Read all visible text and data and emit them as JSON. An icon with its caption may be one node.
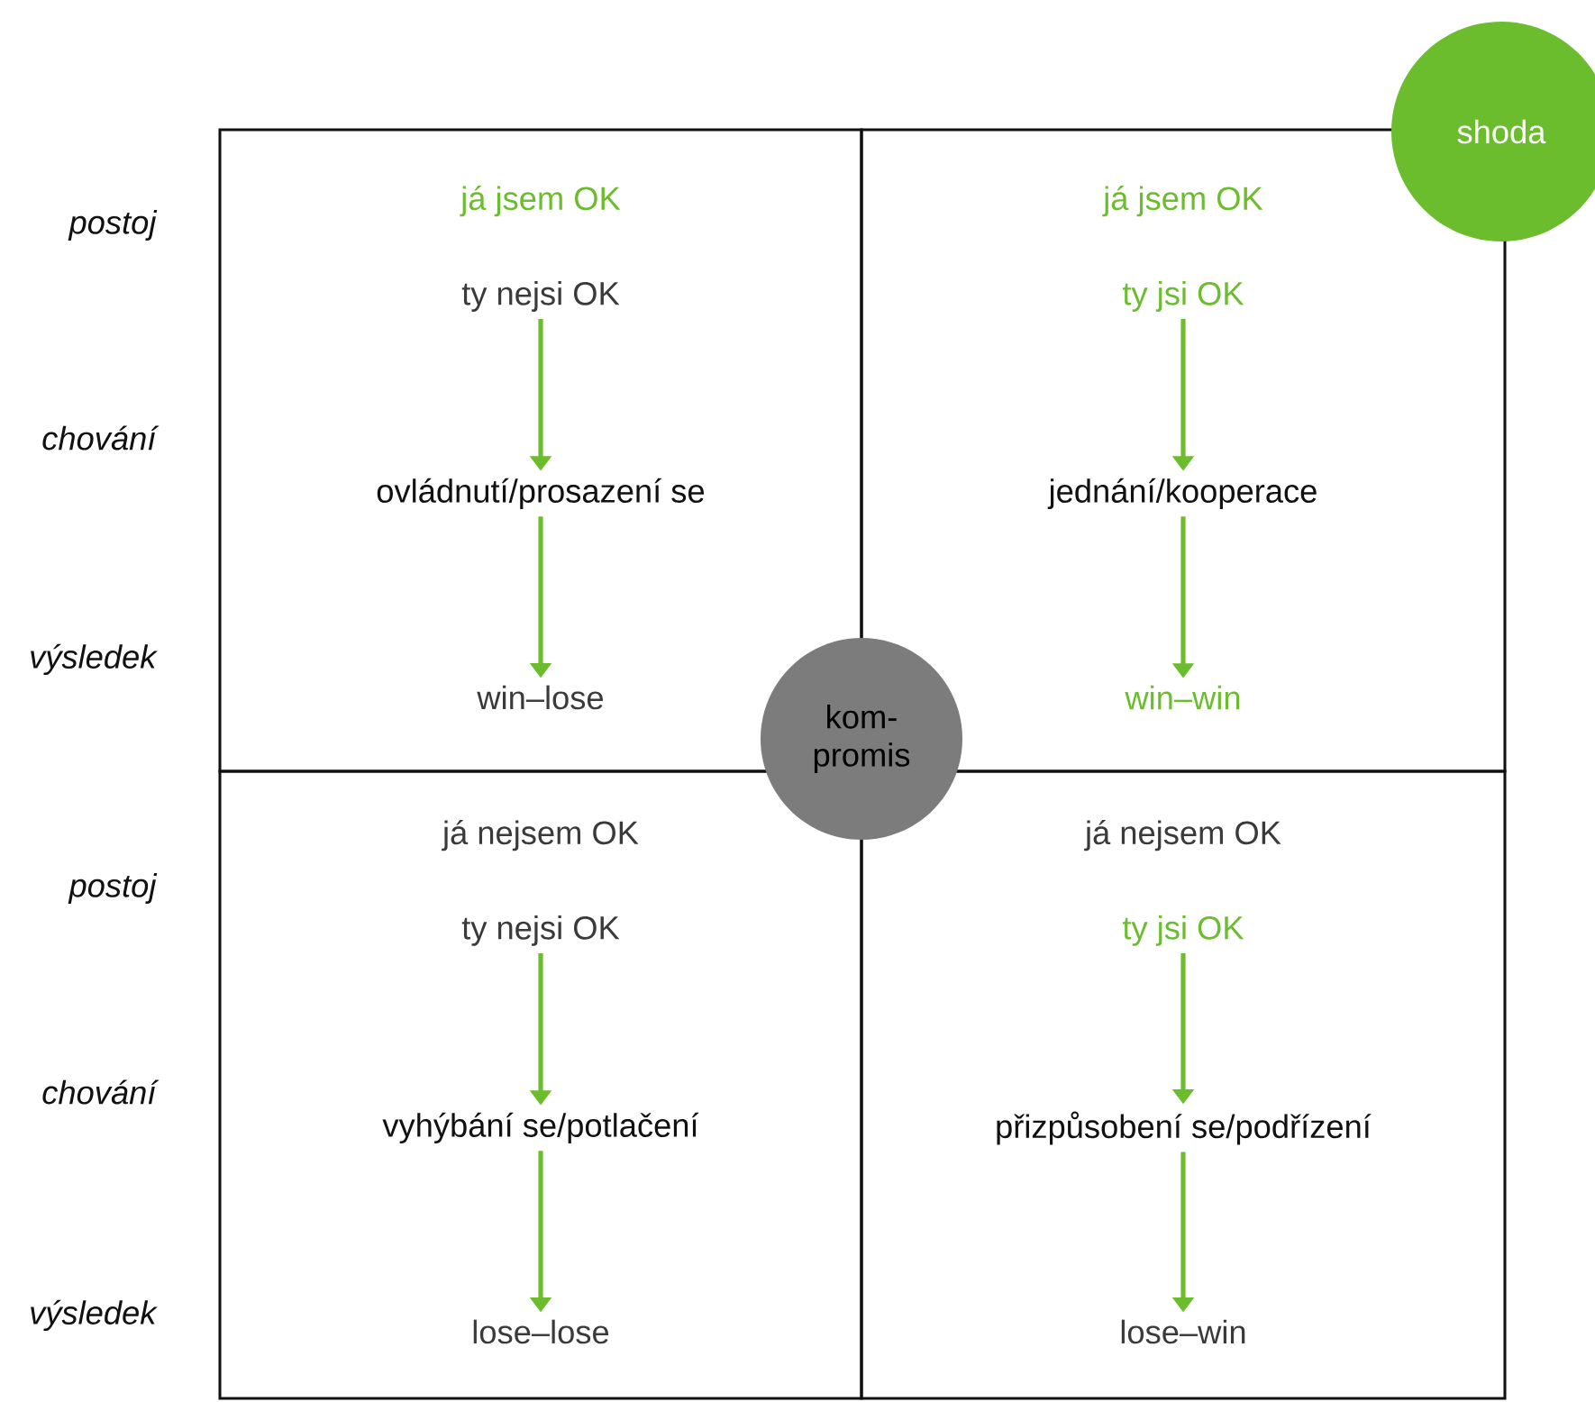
{
  "diagram": {
    "nodes": [
      {
        "text": [],
        "shape": "box"
      },
      {
        "text": [
          "já jsem OK",
          "ty nejsi OK"
        ],
        "in": 0
      },
      {
        "text": [
          "ovládnutí/prosazení se"
        ],
        "in": 0
      },
      {
        "text": [
          "win–lose"
        ],
        "in": 0
      },
      {
        "text": [],
        "shape": "box"
      },
      {
        "text": [
          "já jsem OK",
          "ty jsi OK"
        ],
        "in": 4
      },
      {
        "text": [
          "jednání/kooperace"
        ],
        "in": 4
      },
      {
        "text": [
          "win–win"
        ],
        "in": 4
      },
      {
        "text": [
          "shoda"
        ]
      },
      {
        "text": [
          "kom- promis"
        ]
      },
      {
        "text": [],
        "shape": "box"
      },
      {
        "text": [
          "já nejsem OK",
          "ty nejsi OK"
        ],
        "in": 10
      },
      {
        "text": [
          "vyhýbání se/potlačení"
        ],
        "in": 10
      },
      {
        "text": [
          "lose–lose"
        ],
        "in": 10
      },
      {
        "text": [],
        "shape": "box"
      },
      {
        "text": [
          "já nejsem OK",
          "ty jsi OK"
        ],
        "in": 14
      },
      {
        "text": [
          "přizpůsobení se/podřízení"
        ],
        "in": 14
      },
      {
        "text": [
          "lose–win"
        ],
        "in": 14
      }
    ],
    "edges": [
      {
        "from": 1,
        "to": 2,
        "arrow": "to"
      },
      {
        "from": 2,
        "to": 3,
        "arrow": "to"
      },
      {
        "from": 5,
        "to": 6,
        "arrow": "to"
      },
      {
        "from": 6,
        "to": 7,
        "arrow": "to"
      },
      {
        "from": 11,
        "to": 12,
        "arrow": "to"
      },
      {
        "from": 12,
        "to": 13,
        "arrow": "to"
      },
      {
        "from": 15,
        "to": 16,
        "arrow": "to"
      },
      {
        "from": 16,
        "to": 17,
        "arrow": "to"
      }
    ],
    "labels": [
      "postoj",
      "chování",
      "výsledek",
      "postoj",
      "chování",
      "výsledek"
    ]
  }
}
